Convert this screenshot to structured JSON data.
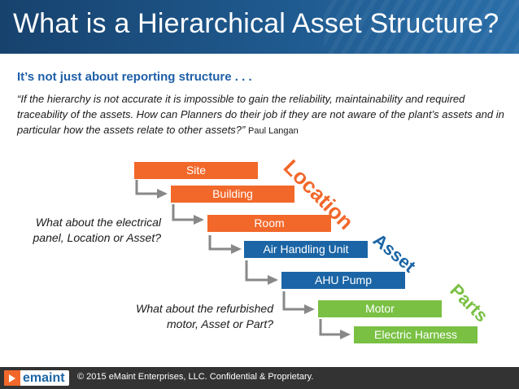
{
  "slide": {
    "title": "What is a Hierarchical Asset Structure?",
    "subtitle": "It’s not just about reporting structure . . .",
    "quote": "“If the hierarchy is not accurate it is impossible to gain the reliability, maintainability and required traceability of the assets. How can Planners do their job if they are not aware of the plant’s assets and in particular how the assets relate to other assets?”",
    "quote_author": "Paul Langan"
  },
  "hierarchy": [
    "Site",
    "Building",
    "Room",
    "Air Handling Unit",
    "AHU Pump",
    "Motor",
    "Electric Harness"
  ],
  "categories": {
    "location": "Location",
    "asset": "Asset",
    "parts": "Parts"
  },
  "notes": {
    "electrical": [
      "What about the electrical",
      "panel, Location or Asset?"
    ],
    "motor": [
      "What about the refurbished",
      "motor, Asset or Part?"
    ]
  },
  "colors": {
    "location": "#f2682a",
    "asset": "#1b65a6",
    "parts": "#79c043",
    "arrow": "#888888",
    "header": "#1f5a8f"
  },
  "footer": {
    "logo_text": "emaint",
    "copyright": "© 2015 eMaint Enterprises, LLC. Confidential & Proprietary."
  }
}
